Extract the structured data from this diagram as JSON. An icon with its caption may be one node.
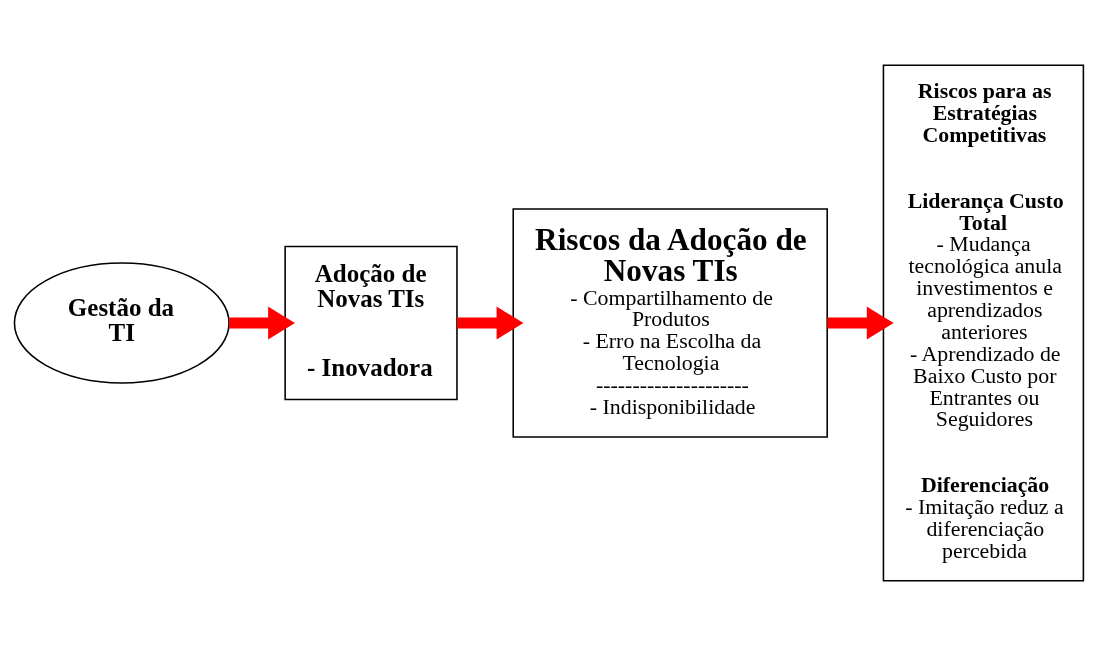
{
  "diagram": {
    "nodes": [
      {
        "text": [
          "Gestão da TI"
        ]
      },
      {
        "text": [
          "Adoção de Novas TIs",
          "- Inovadora"
        ]
      },
      {
        "text": [
          "Riscos da Adoção de Novas TIs",
          "- Compartilhamento de Produtos",
          "- Erro na Escolha da Tecnologia",
          "---------------------",
          "- Indisponibilidade"
        ]
      },
      {
        "text": [
          "Riscos para as Estratégias Competitivas",
          "Liderança Custo Total",
          "- Mudança tecnológica anula investimentos e aprendizados anteriores",
          "- Aprendizado de Baixo Custo por Entrantes ou Seguidores",
          "Diferenciação",
          "- Imitação reduz a diferenciação percebida"
        ]
      }
    ],
    "edges": [
      {
        "from": 0,
        "to": 1,
        "arrow": "to"
      },
      {
        "from": 1,
        "to": 2,
        "arrow": "to"
      },
      {
        "from": 2,
        "to": 3,
        "arrow": "to"
      }
    ]
  }
}
